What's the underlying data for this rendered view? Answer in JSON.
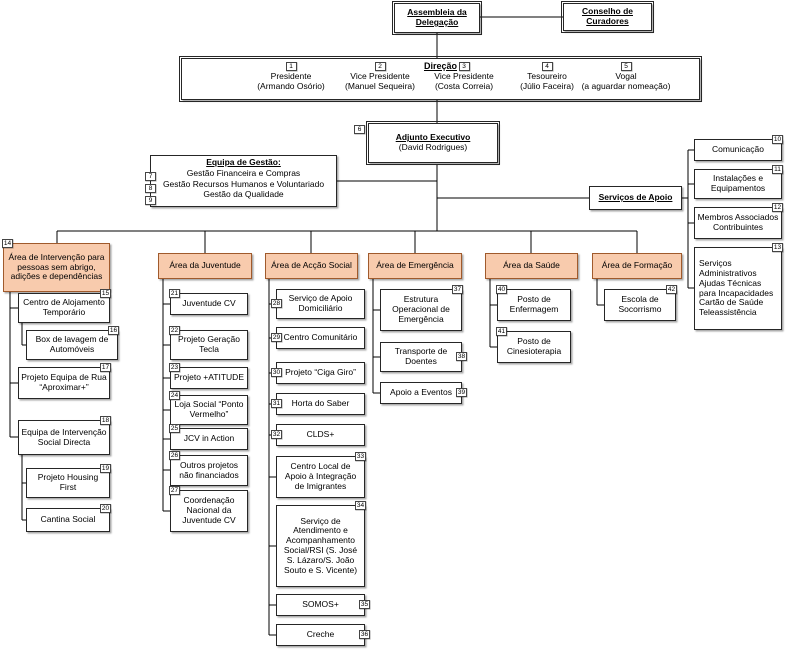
{
  "nodes": {
    "assembleia": {
      "label": "Assembleia da Delegação"
    },
    "conselho": {
      "label": "Conselho de Curadores"
    },
    "direcao": {
      "title": "Direção",
      "members": [
        {
          "num": "1",
          "role": "Presidente",
          "name": "(Armando Osório)"
        },
        {
          "num": "2",
          "role": "Vice Presidente",
          "name": "(Manuel Sequeira)"
        },
        {
          "num": "3",
          "role": "Vice Presidente",
          "name": "(Costa Correia)"
        },
        {
          "num": "4",
          "role": "Tesoureiro",
          "name": "(Júlio Faceira)"
        },
        {
          "num": "5",
          "role": "Vogal",
          "name": "(a aguardar nomeação)"
        }
      ]
    },
    "adjunto": {
      "num": "6",
      "title": "Adjunto Executivo",
      "name": "(David Rodrigues)"
    },
    "equipa_gestao": {
      "title": "Equipa de Gestão:",
      "items": [
        {
          "num": "7",
          "label": "Gestão Financeira e Compras"
        },
        {
          "num": "8",
          "label": "Gestão Recursos Humanos e Voluntariado"
        },
        {
          "num": "9",
          "label": "Gestão da Qualidade"
        }
      ]
    },
    "servicos_apoio": {
      "label": "Serviços de Apoio"
    },
    "apoio_items": [
      {
        "num": "10",
        "label": "Comunicação"
      },
      {
        "num": "11",
        "label": "Instalações e Equipamentos"
      },
      {
        "num": "12",
        "label": "Membros Associados Contribuintes"
      },
      {
        "num": "13",
        "label": "Serviços Administrativos Ajudas Técnicas para Incapacidades Cartão de Saúde Teleassistência"
      }
    ],
    "areas": [
      {
        "num": "14",
        "title": "Área de Intervenção para pessoas sem abrigo, adições e dependências",
        "children": [
          {
            "num": "15",
            "label": "Centro de Alojamento Temporário"
          },
          {
            "num": "16",
            "label": "Box de lavagem de Automóveis"
          },
          {
            "num": "17",
            "label": "Projeto Equipa de Rua “Aproximar+”"
          },
          {
            "num": "18",
            "label": "Equipa de Intervenção Social Directa"
          },
          {
            "num": "19",
            "label": "Projeto Housing First"
          },
          {
            "num": "20",
            "label": "Cantina Social"
          }
        ]
      },
      {
        "title": "Área da Juventude",
        "children": [
          {
            "num": "21",
            "label": "Juventude CV"
          },
          {
            "num": "22",
            "label": "Projeto Geração Tecla"
          },
          {
            "num": "23",
            "label": "Projeto +ATITUDE"
          },
          {
            "num": "24",
            "label": "Loja Social “Ponto Vermelho”"
          },
          {
            "num": "25",
            "label": "JCV in Action"
          },
          {
            "num": "26",
            "label": "Outros projetos não financiados"
          },
          {
            "num": "27",
            "label": "Coordenação Nacional da Juventude CV"
          }
        ]
      },
      {
        "title": "Área de Acção Social",
        "children": [
          {
            "num": "28",
            "label": "Serviço de Apoio Domiciliário"
          },
          {
            "num": "29",
            "label": "Centro Comunitário"
          },
          {
            "num": "30",
            "label": "Projeto “Ciga Giro”"
          },
          {
            "num": "31",
            "label": "Horta do Saber"
          },
          {
            "num": "32",
            "label": "CLDS+"
          },
          {
            "num": "33",
            "label": "Centro Local de Apoio à Integração de Imigrantes"
          },
          {
            "num": "34",
            "label": "Serviço de Atendimento e Acompanhamento Social/RSI (S. José S. Lázaro/S. João Souto e S. Vicente)"
          },
          {
            "num": "35",
            "label": "SOMOS+"
          },
          {
            "num": "36",
            "label": "Creche"
          }
        ]
      },
      {
        "title": "Área de Emergência",
        "children": [
          {
            "num": "37",
            "label": "Estrutura Operacional de Emergência"
          },
          {
            "num": "38",
            "label": "Transporte de Doentes"
          },
          {
            "num": "39",
            "label": "Apoio a Eventos"
          }
        ]
      },
      {
        "title": "Área da Saúde",
        "children": [
          {
            "num": "40",
            "label": "Posto de Enfermagem"
          },
          {
            "num": "41",
            "label": "Posto de Cinesioterapia"
          }
        ]
      },
      {
        "title": "Área de Formação",
        "children": [
          {
            "num": "42",
            "label": "Escola de Socorrismo"
          }
        ]
      }
    ]
  }
}
